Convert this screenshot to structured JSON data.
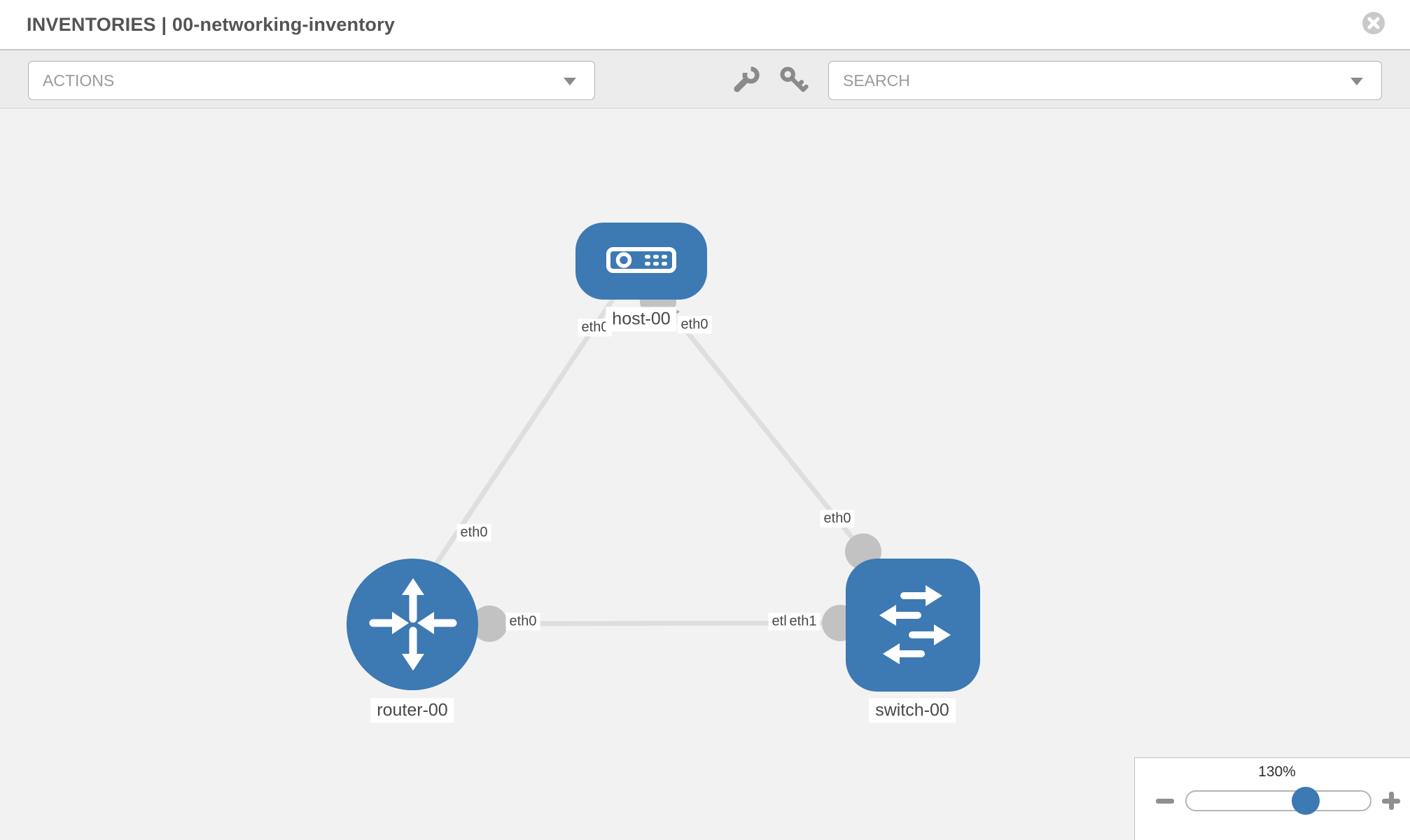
{
  "header": {
    "title": "INVENTORIES | 00-networking-inventory",
    "close_icon": "circle-x-icon"
  },
  "toolbar": {
    "actions_label": "ACTIONS",
    "search_label": "SEARCH",
    "tool_icons": [
      "wrench-icon",
      "key-icon"
    ]
  },
  "topology": {
    "nodes": [
      {
        "id": "host-00",
        "type": "host",
        "label": "host-00",
        "shape": "rounded-rect",
        "icon": "host-icon"
      },
      {
        "id": "router-00",
        "type": "router",
        "label": "router-00",
        "shape": "circle",
        "icon": "router-icon"
      },
      {
        "id": "switch-00",
        "type": "switch",
        "label": "switch-00",
        "shape": "rounded-square",
        "icon": "switch-icon"
      }
    ],
    "links": [
      {
        "source": "host-00",
        "target": "router-00",
        "source_interface": "eth0",
        "target_interface": "eth0"
      },
      {
        "source": "host-00",
        "target": "switch-00",
        "source_interface": "eth0",
        "target_interface": "eth0"
      },
      {
        "source": "router-00",
        "target": "switch-00",
        "source_interface": "eth0",
        "target_interface": "eth1"
      }
    ],
    "interface_labels": {
      "host_router_host_end": "eth0",
      "host_router_router_end": "eth0",
      "host_switch_host_end": "eth0",
      "host_switch_switch_end": "eth0",
      "router_switch_router_end": "eth0",
      "router_switch_switch_end_back": "eth0",
      "router_switch_switch_end_front": "eth1"
    }
  },
  "zoom_widget": {
    "value": "130%",
    "zoom_out_icon": "minus-icon",
    "zoom_in_icon": "plus-icon"
  },
  "colors": {
    "node_blue": "#3d79b3",
    "link_gray": "#dedede",
    "connector_gray": "#c2c2c2",
    "arrowhead_gray": "#a6a6a6",
    "canvas_bg": "#f2f2f2",
    "toolbar_bg": "#ececec",
    "muted_text": "#9b9b9b",
    "title_text": "#545454"
  }
}
